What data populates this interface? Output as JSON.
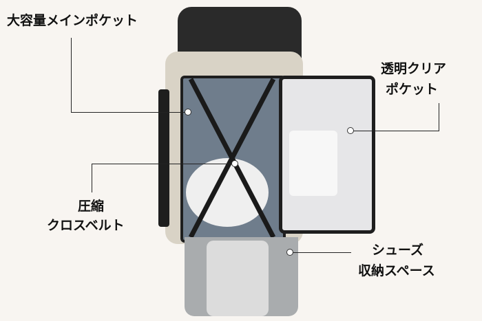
{
  "callouts": {
    "main_pocket": "大容量メインポケット",
    "clear_pocket_line1": "透明クリア",
    "clear_pocket_line2": "ポケット",
    "cross_belt_line1": "圧縮",
    "cross_belt_line2": "クロスベルト",
    "shoe_space_line1": "シューズ",
    "shoe_space_line2": "収納スペース"
  },
  "colors": {
    "background": "#f8f5f1",
    "bag_body": "#d9d3c6",
    "bag_trim": "#1e1e1e",
    "clear_pocket": "#e6e6e8"
  }
}
